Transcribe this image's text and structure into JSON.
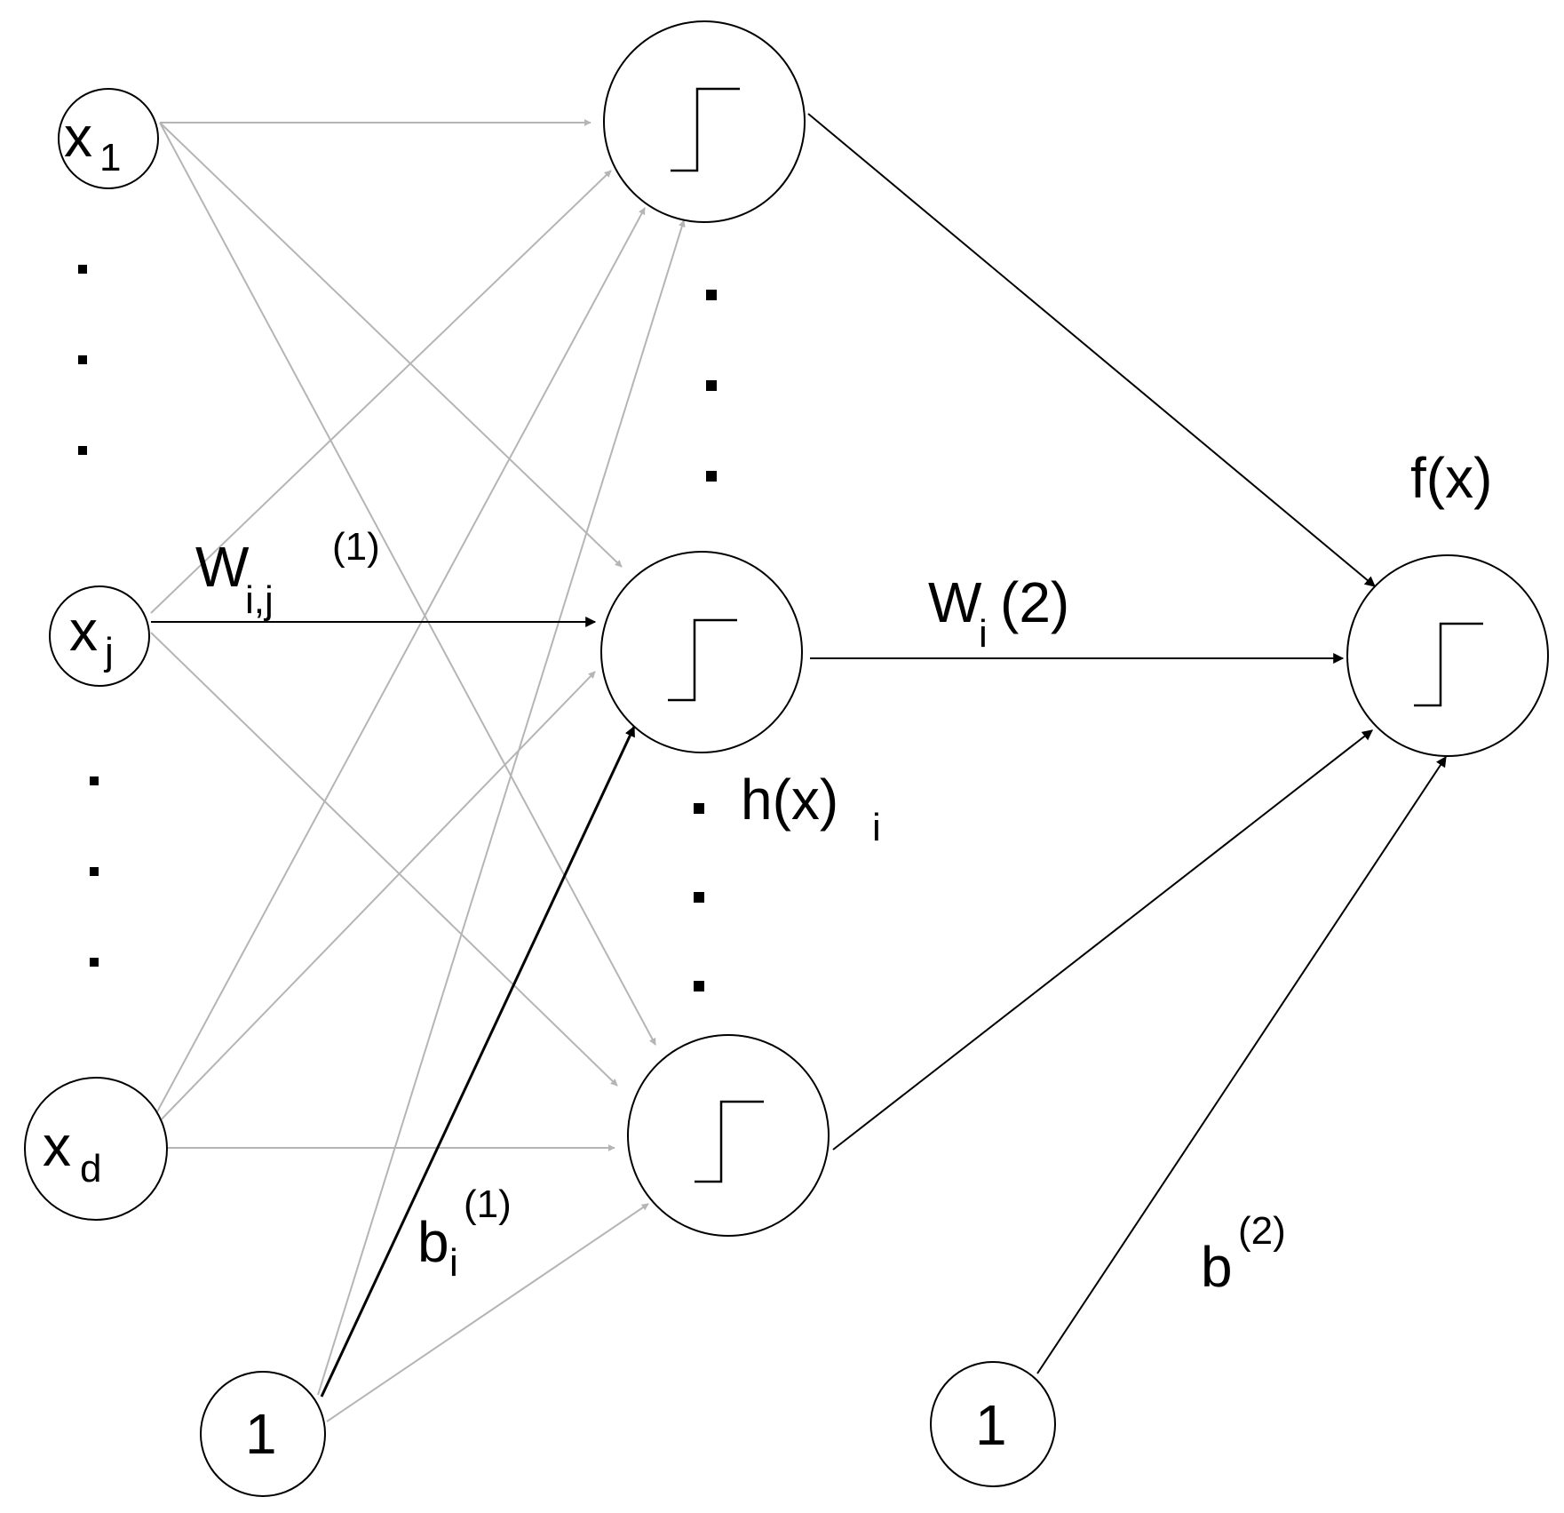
{
  "nodes": {
    "x1": {
      "main": "x",
      "sub": "1"
    },
    "xj": {
      "main": "x",
      "sub": "j"
    },
    "xd": {
      "main": "x",
      "sub": "d"
    },
    "bias_input": {
      "main": "1"
    },
    "bias_hidden": {
      "main": "1"
    }
  },
  "labels": {
    "w1": {
      "main": "W",
      "sub": "i,j",
      "sup": "(1)"
    },
    "w2": {
      "main": "W",
      "sub": "i",
      "rest": "(2)"
    },
    "b1": {
      "main": "b",
      "sub": "i",
      "sup": "(1)"
    },
    "b2": {
      "main": "b",
      "sup": "(2)"
    },
    "hx": {
      "main": "h(x)",
      "sub": "i"
    },
    "fx": {
      "main": "f(x)"
    }
  },
  "colors": {
    "gray_edge": "#b5b5b5",
    "black_edge": "#000000"
  }
}
